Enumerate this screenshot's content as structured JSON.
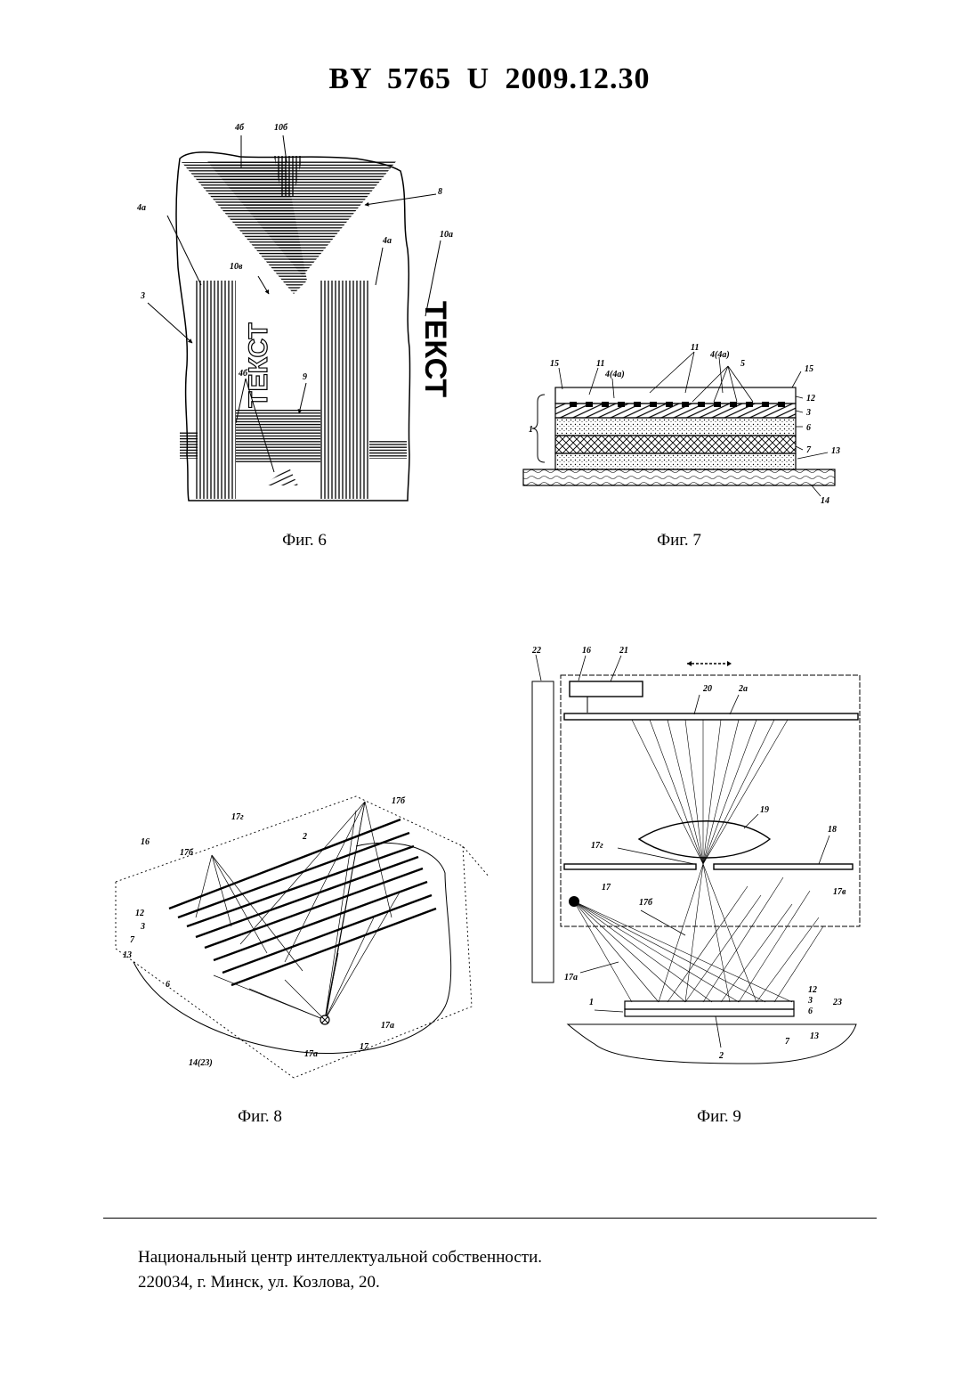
{
  "header": {
    "title": "BY  5765  U  2009.12.30"
  },
  "figures": {
    "fig6": {
      "caption": "Фиг. 6",
      "labels": {
        "l4b_top": "4б",
        "l10b": "10б",
        "l8": "8",
        "l4a_left": "4а",
        "l10a": "10а",
        "l10v": "10в",
        "l4a_right": "4а",
        "l3": "3",
        "l4b_mid": "4б",
        "l9": "9"
      },
      "text_small": "ТЕКСТ",
      "text_large": "ТЕКСТ"
    },
    "fig7": {
      "caption": "Фиг. 7",
      "labels": {
        "l15_left": "15",
        "l11_a": "11",
        "l4_4a_a": "4(4а)",
        "l11_b": "11",
        "l4_4a_b": "4(4а)",
        "l5": "5",
        "l15_right": "15",
        "l12": "12",
        "l3": "3",
        "l6": "6",
        "l7": "7",
        "l13": "13",
        "l14": "14",
        "l1": "1"
      }
    },
    "fig8": {
      "caption": "Фиг. 8",
      "labels": {
        "l17g": "17г",
        "l17b_right": "17б",
        "l16": "16",
        "l17b_left": "17б",
        "l2": "2",
        "l12": "12",
        "l3": "3",
        "l7": "7",
        "l13": "13",
        "l6": "6",
        "l17a_right": "17а",
        "l17a_bottom": "17а",
        "l17": "17",
        "l14_23": "14(23)"
      }
    },
    "fig9": {
      "caption": "Фиг. 9",
      "labels": {
        "l22": "22",
        "l16": "16",
        "l21": "21",
        "l20": "20",
        "l2a": "2а",
        "l19": "19",
        "l17g": "17г",
        "l18": "18",
        "l17": "17",
        "l17b": "17б",
        "l17v": "17в",
        "l17a": "17а",
        "l1": "1",
        "l12": "12",
        "l3": "3",
        "l6": "6",
        "l23": "23",
        "l13": "13",
        "l7": "7",
        "l2": "2"
      }
    }
  },
  "footer": {
    "line1": "Национальный центр интеллектуальной собственности.",
    "line2": "220034, г. Минск, ул. Козлова, 20."
  }
}
